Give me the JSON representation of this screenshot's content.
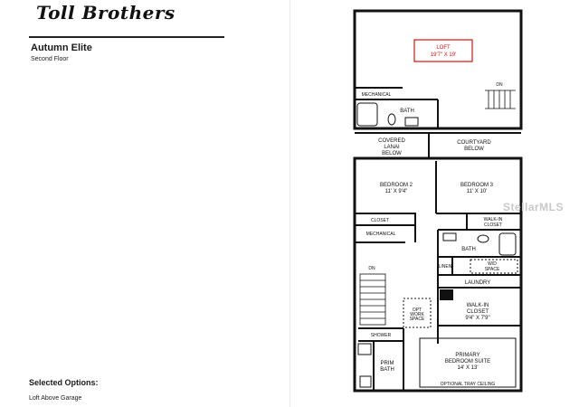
{
  "brand": {
    "logo_text": "Toll Brothers"
  },
  "plan": {
    "name": "Autumn Elite",
    "floor": "Second Floor"
  },
  "options": {
    "heading": "Selected Options:",
    "items": [
      "Loft Above Garage"
    ]
  },
  "watermark": "StellarMLS",
  "rooms": {
    "loft_name": "LOFT",
    "loft_dims": "19'7\" X 19'",
    "mechanical_top": "MECHANICAL",
    "bath_top": "BATH",
    "dn_top": "DN",
    "lanai_1": "COVERED",
    "lanai_2": "LANAI",
    "lanai_3": "BELOW",
    "courtyard_1": "COURTYARD",
    "courtyard_2": "BELOW",
    "bed2_name": "BEDROOM 2",
    "bed2_dims": "11' X 9'4\"",
    "bed3_name": "BEDROOM 3",
    "bed3_dims": "11' X 10'",
    "closet": "CLOSET",
    "walkin_1": "WALK-IN",
    "walkin_2": "CLOSET",
    "mechanical_mid": "MECHANICAL",
    "bath_mid": "BATH",
    "linen": "LINEN",
    "wd_1": "W/D",
    "wd_2": "SPACE",
    "laundry": "LAUNDRY",
    "dn_mid": "DN",
    "opt_1": "OPT",
    "opt_2": "WORK",
    "opt_3": "SPACE",
    "pwic_1": "WALK-IN",
    "pwic_2": "CLOSET",
    "pwic_dims": "9'4\" X 7'9\"",
    "shower": "SHOWER",
    "prim_bath_1": "PRIM",
    "prim_bath_2": "BATH",
    "suite_1": "PRIMARY",
    "suite_2": "BEDROOM SUITE",
    "suite_dims": "14' X 13'",
    "tray": "OPTIONAL TRAY CEILING"
  }
}
